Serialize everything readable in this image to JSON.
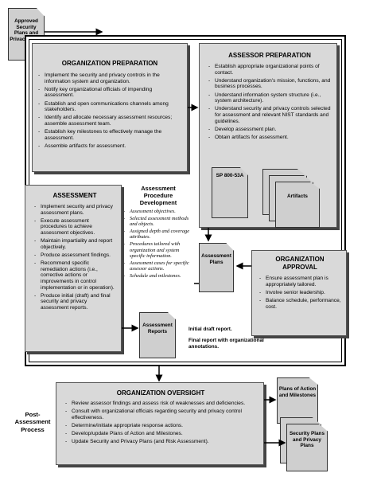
{
  "approved_plans": "Approved Security Plans and Privacy Plans",
  "org_prep": {
    "title": "ORGANIZATION PREPARATION",
    "items": [
      "Implement the security and privacy controls in the information system and organization.",
      "Notify key organizational officials of impending assessment.",
      "Establish and open communications channels among stakeholders.",
      "Identify and allocate necessary assessment resources; assemble assessment team.",
      "Establish key milestones to effectively manage the assessment.",
      "Assemble artifacts for assessment."
    ]
  },
  "assessor_prep": {
    "title": "ASSESSOR PREPARATION",
    "items": [
      "Establish appropriate organizational points of contact.",
      "Understand organization's mission, functions, and business processes.",
      "Understand information system structure (i.e., system architecture).",
      "Understand security and privacy controls selected for assessment and relevant NIST standards and guidelines.",
      "Develop assessment plan.",
      "Obtain artifacts for assessment."
    ]
  },
  "sp_doc": "SP 800-53A",
  "artifacts_doc": "Artifacts",
  "procedure_dev": {
    "title": "Assessment Procedure Development",
    "items": [
      "Assessment objectives.",
      "Selected assessment methods and objects.",
      "Assigned depth and coverage attributes.",
      "Procedures tailored with organization and system specific information.",
      "Assessment cases for specific assessor actions.",
      "Schedule and milestones."
    ]
  },
  "assessment": {
    "title": "ASSESSMENT",
    "items": [
      "Implement security and privacy assessment plans.",
      "Execute assessment procedures to achieve assessment objectives.",
      "Maintain impartiality and report objectively.",
      "Produce assessment findings.",
      "Recommend specific remediation actions (i.e., corrective actions or improvements in control implementation or in operation).",
      "Produce initial (draft) and final security and privacy assessment reports."
    ]
  },
  "assessment_plans_doc": "Assessment Plans",
  "org_approval": {
    "title": "ORGANIZATION APPROVAL",
    "items": [
      "Ensure assessment plan is appropriately tailored.",
      "Involve senior leadership.",
      "Balance schedule, performance, cost."
    ]
  },
  "assessment_reports_doc": "Assessment Reports",
  "report_notes": {
    "initial": "Initial draft report.",
    "final": "Final report with organizational annotations."
  },
  "org_oversight": {
    "title": "ORGANIZATION OVERSIGHT",
    "items": [
      "Review assessor findings and assess risk of weaknesses and deficiencies.",
      "Consult with organizational officials regarding security and privacy control effectiveness.",
      "Determine/initiate appropriate response actions.",
      "Develop/update Plans of Action and Milestones.",
      "Update Security and Privacy Plans (and Risk Assessment)."
    ]
  },
  "poam_doc": "Plans of Action and Milestones",
  "security_plans_doc": "Security Plans and Privacy Plans",
  "post_assessment": "Post-Assessment Process"
}
